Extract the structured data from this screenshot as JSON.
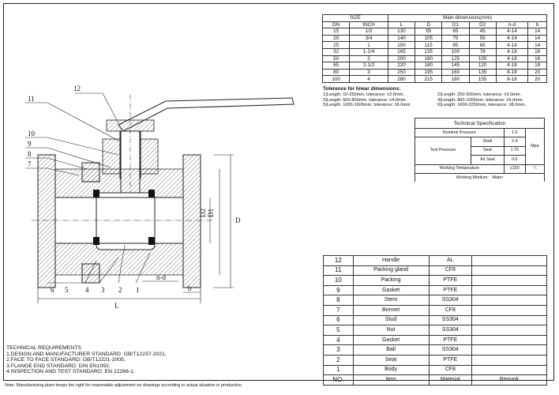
{
  "dimensions_table": {
    "size_header": "SIZE",
    "main_header": "Main dimensions(mm)",
    "columns": [
      "DN",
      "INCH",
      "L",
      "D",
      "D1",
      "D2",
      "n-d",
      "b"
    ],
    "rows": [
      [
        "15",
        "1/2",
        "130",
        "95",
        "65",
        "45",
        "4-14",
        "14"
      ],
      [
        "20",
        "3/4",
        "140",
        "105",
        "75",
        "55",
        "4-14",
        "14"
      ],
      [
        "25",
        "1",
        "150",
        "115",
        "85",
        "65",
        "4-14",
        "14"
      ],
      [
        "32",
        "1-1/4",
        "165",
        "135",
        "100",
        "78",
        "4-18",
        "16"
      ],
      [
        "50",
        "2",
        "200",
        "160",
        "125",
        "100",
        "4-18",
        "16"
      ],
      [
        "65",
        "2-1/2",
        "220",
        "180",
        "145",
        "120",
        "4-18",
        "18"
      ],
      [
        "80",
        "3",
        "250",
        "195",
        "160",
        "135",
        "8-18",
        "20"
      ],
      [
        "100",
        "4",
        "280",
        "215",
        "180",
        "155",
        "8-18",
        "20"
      ]
    ]
  },
  "tolerance": {
    "title": "Tolerence for linear dimensions:",
    "rows": [
      [
        "1)Length: 10-250mm, tolerance: ±2.0mm.",
        "2)Length: 250-500mm, tolerance: ±3.0mm."
      ],
      [
        "3)Length: 500-800mm, tolerance: ±4.0mm.",
        "4)Length: 800-1000mm, tolerance: ±5.0mm."
      ],
      [
        "5)Length: 1000-1600mm, tolerance: ±6.0mm",
        "6)Length: 1600-2250mm, tolerance: ±8.0mm."
      ]
    ]
  },
  "tech_spec": {
    "title": "Technical  Specification",
    "nominal_pressure_label": "Nominal Pressure",
    "nominal_pressure_value": "1.6",
    "test_pressure_label": "Test Pressure",
    "shell_label": "Shell",
    "shell_value": "2.4",
    "seal_label": "Seal",
    "seal_value": "1.76",
    "air_seal_label": "Air Seal",
    "air_seal_value": "0.6",
    "pressure_unit": "Mpa",
    "working_temp_label": "Working Temperature",
    "working_temp_value": "≤150",
    "temp_unit": "℃",
    "working_medium_label": "Working Medium:",
    "working_medium_value": "Water"
  },
  "parts_list": {
    "rows": [
      [
        "12",
        "Handle",
        "AL",
        ""
      ],
      [
        "11",
        "Packing gland",
        "CF8",
        ""
      ],
      [
        "10",
        "Packing",
        "PTFE",
        ""
      ],
      [
        "9",
        "Gasket",
        "PTFE",
        ""
      ],
      [
        "8",
        "Stem",
        "SS304",
        ""
      ],
      [
        "7",
        "Bonnet",
        "CF8",
        ""
      ],
      [
        "6",
        "Stud",
        "SS304",
        ""
      ],
      [
        "5",
        "Nut",
        "SS304",
        ""
      ],
      [
        "4",
        "Gasket",
        "PTFE",
        ""
      ],
      [
        "3",
        "Ball",
        "SS304",
        ""
      ],
      [
        "2",
        "Seat",
        "PTFE",
        ""
      ],
      [
        "1",
        "Body",
        "CF8",
        ""
      ]
    ],
    "header": [
      "NO.",
      "Item",
      "Material",
      "Remark"
    ]
  },
  "technical_requirements": {
    "title": "TECHNICAL REQUIREMENTS",
    "lines": [
      "1.DESIGN AND MANUFACTURER STANDARD: GB/T12237-2021;",
      "2.FACE TO FACE STANDARD: GB/T12221-2005;",
      "3.FLANGE END STANDARD: DIN EN1092;",
      "4.INSPECTION AND TEST STANDARD: EN 12266-1;"
    ]
  },
  "drawing_labels": {
    "part_numbers": [
      "12",
      "11",
      "10",
      "9",
      "8",
      "7",
      "6",
      "5",
      "4",
      "3",
      "2",
      "1"
    ],
    "dim_L": "L",
    "dim_D": "D",
    "dim_D1": "D1",
    "dim_D2": "D2",
    "dim_nd": "n-d",
    "dim_b": "b"
  },
  "footer_note": "Note: Manufacturing plant keeps the right for reasonable adjustment on drawings according to actual situation in production."
}
